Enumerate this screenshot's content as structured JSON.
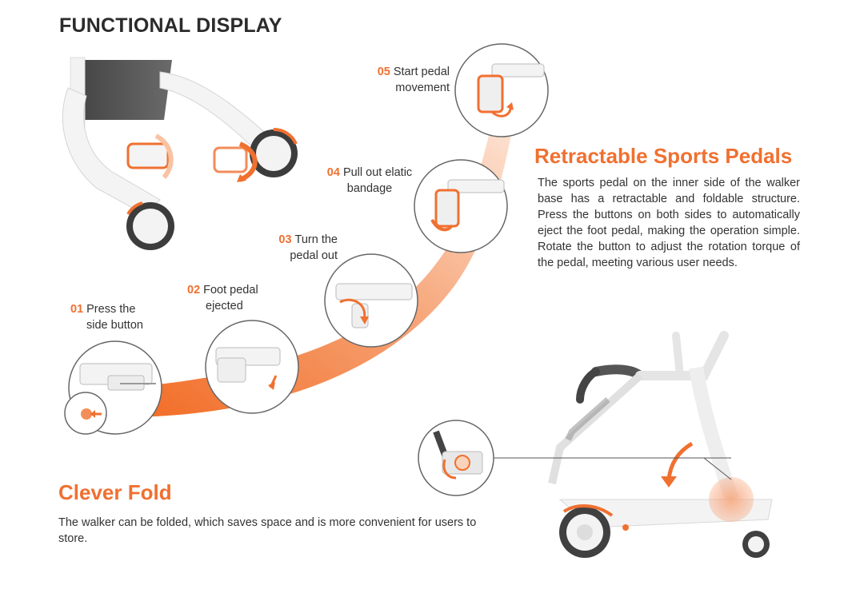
{
  "title": "FUNCTIONAL DISPLAY",
  "steps": [
    {
      "num": "01",
      "line1": "Press the",
      "line2": "side button"
    },
    {
      "num": "02",
      "line1": "Foot pedal",
      "line2": "ejected"
    },
    {
      "num": "03",
      "line1": "Turn the",
      "line2": "pedal out"
    },
    {
      "num": "04",
      "line1": "Pull out elatic",
      "line2": "bandage"
    },
    {
      "num": "05",
      "line1": "Start pedal",
      "line2": "movement"
    }
  ],
  "pedals": {
    "heading": "Retractable Sports Pedals",
    "description": "The sports pedal on the inner side of the walker base has a retractable and foldable structure. Press the buttons on both sides to automatically eject the foot pedal, making the operation simple. Rotate the button to adjust the rotation torque of the pedal, meeting various user needs."
  },
  "fold": {
    "heading": "Clever Fold",
    "description": "The walker can be folded, which saves space and is more convenient for users to store."
  },
  "colors": {
    "accent": "#f07030",
    "text": "#333333",
    "frame": "#e8e8e8",
    "outline": "#666666"
  }
}
